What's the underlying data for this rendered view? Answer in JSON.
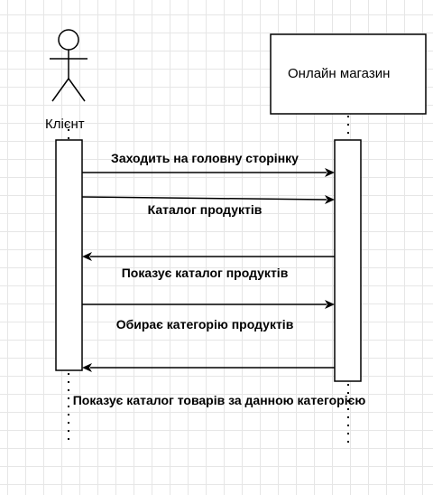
{
  "participants": {
    "actor": {
      "label": "Клієнт",
      "icon": "stick-figure-icon"
    },
    "system": {
      "label": "Онлайн магазин"
    }
  },
  "messages": [
    {
      "label": "Заходить на головну сторінку",
      "direction": "to-system"
    },
    {
      "label": "Каталог продуктів",
      "direction": "to-system"
    },
    {
      "label": "Показує каталог продуктів",
      "direction": "to-actor"
    },
    {
      "label": "Обирає категорію продуктів",
      "direction": "to-system"
    },
    {
      "label": "Показує каталог товарів за данною категорією",
      "direction": "to-actor"
    }
  ],
  "colors": {
    "line": "#000000",
    "background": "#ffffff",
    "grid": "#e6e6e6"
  }
}
